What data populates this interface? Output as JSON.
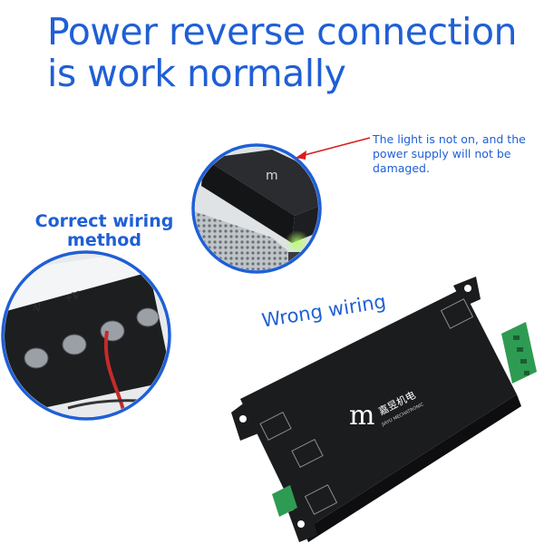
{
  "headline": {
    "line1": "Power reverse connection",
    "line2": "is work normally"
  },
  "callout": {
    "text": "The light is not on, and the power supply will not be damaged."
  },
  "labels": {
    "correct_line1": "Correct wiring",
    "correct_line2": "method",
    "wrong": "Wrong wiring"
  },
  "terminal_labels": [
    "-V",
    "+V"
  ],
  "device": {
    "brand_name": "嘉昱机电",
    "brand_sub": "JIAYU MECHATRONIC"
  },
  "colors": {
    "accent_blue": "#1f5fd6",
    "device_black": "#1b1c1e",
    "terminal_green": "#2e9b53",
    "arrow_red": "#d81e1e"
  }
}
